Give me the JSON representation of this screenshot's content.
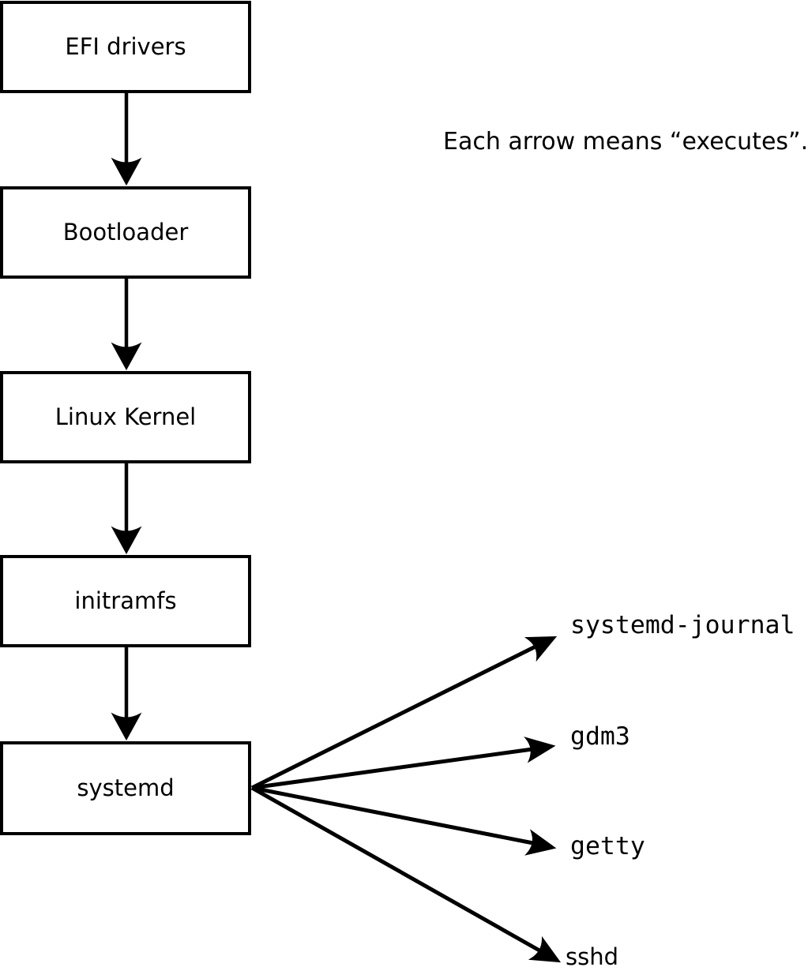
{
  "diagram": {
    "annotation": "Each arrow means “executes”.",
    "chain": [
      "EFI drivers",
      "Bootloader",
      "Linux Kernel",
      "initramfs",
      "systemd"
    ],
    "processes": [
      "systemd-journal",
      "gdm3",
      "getty",
      "sshd"
    ],
    "edge_icon": "arrow-icon",
    "colors": {
      "foreground": "#000000",
      "background": "#ffffff"
    }
  }
}
